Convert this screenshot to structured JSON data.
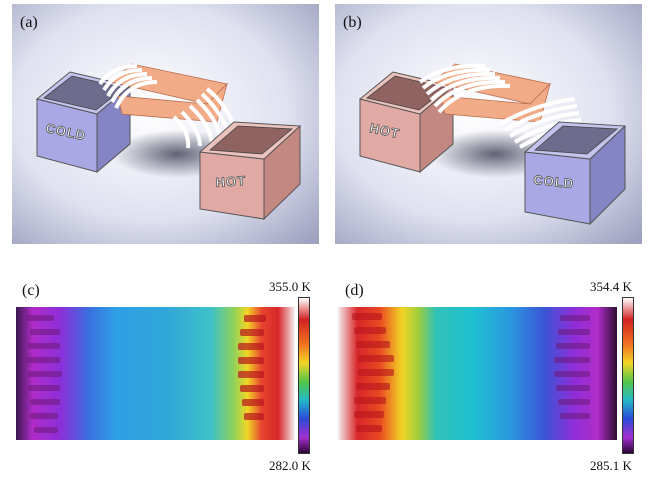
{
  "panels": {
    "a": {
      "label": "(a)",
      "left_box": "COLD",
      "right_box": "HOT"
    },
    "b": {
      "label": "(b)",
      "left_box": "HOT",
      "right_box": "COLD"
    },
    "c": {
      "label": "(c)",
      "cbar_max": "355.0 K",
      "cbar_min": "282.0 K"
    },
    "d": {
      "label": "(d)",
      "cbar_max": "354.4 K",
      "cbar_min": "285.1 K"
    }
  },
  "colors": {
    "cold_box": "#a9a8e4",
    "hot_box": "#e1a9a4",
    "strip": "#f1ab87"
  }
}
